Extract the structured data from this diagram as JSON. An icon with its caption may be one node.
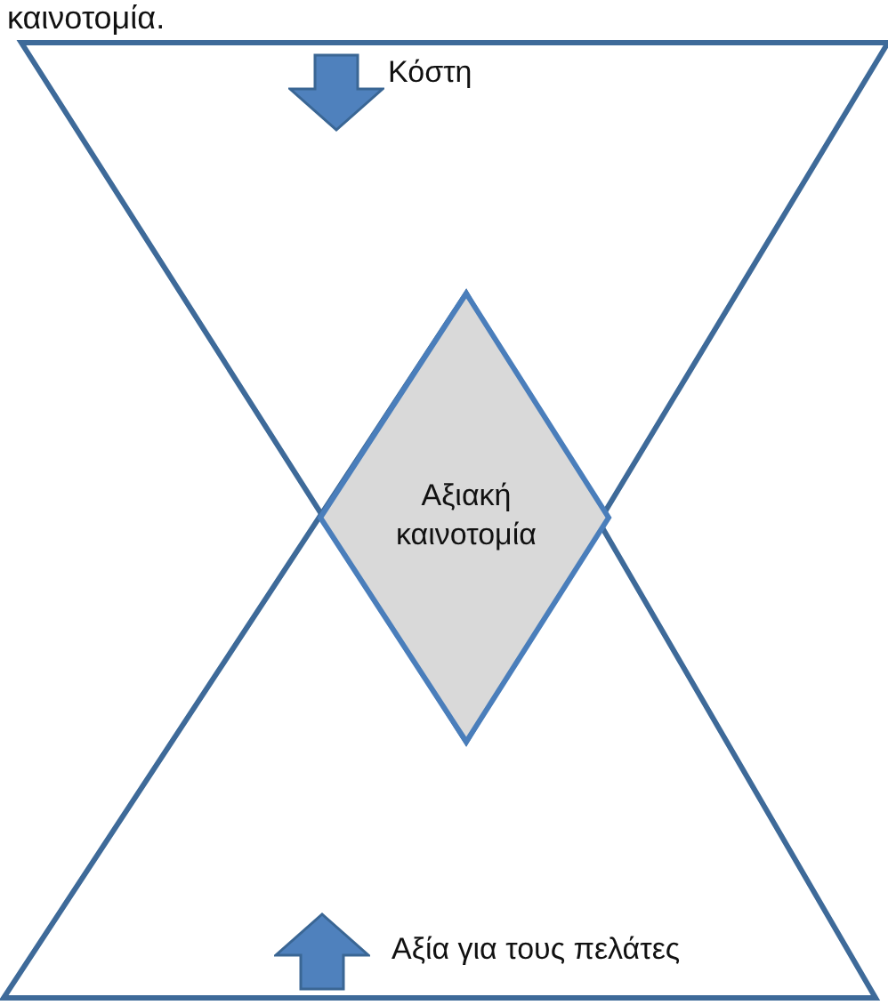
{
  "diagram": {
    "nodes": [
      {
        "text": [
          "Κόστη"
        ]
      },
      {
        "text": [
          "Αξιακή καινοτομία"
        ]
      },
      {
        "text": [
          "Αξία για τους πελάτες"
        ]
      }
    ],
    "edges": [],
    "labels": [
      "καινοτομία."
    ]
  }
}
